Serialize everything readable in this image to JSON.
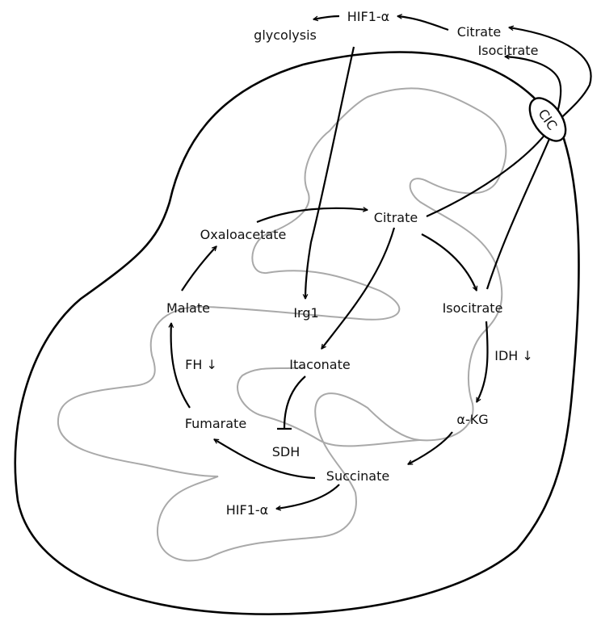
{
  "labels": {
    "hif1_top": "HIF1-α",
    "glycolysis": "glycolysis",
    "citrate_out": "Citrate",
    "isocitrate_out": "Isocitrate",
    "cic": "CIC",
    "citrate": "Citrate",
    "oxaloacetate": "Oxaloacetate",
    "malate": "Malate",
    "irg1": "Irg1",
    "isocitrate": "Isocitrate",
    "fh": "FH ↓",
    "itaconate": "Itaconate",
    "idh": "IDH ↓",
    "fumarate": "Fumarate",
    "akg": "α-KG",
    "sdh": "SDH",
    "succinate": "Succinate",
    "hif1_bottom": "HIF1-α"
  },
  "colors": {
    "outer_membrane": "#000000",
    "inner_membrane": "#a9a9a9",
    "arrows": "#000000",
    "text": "#111111"
  }
}
